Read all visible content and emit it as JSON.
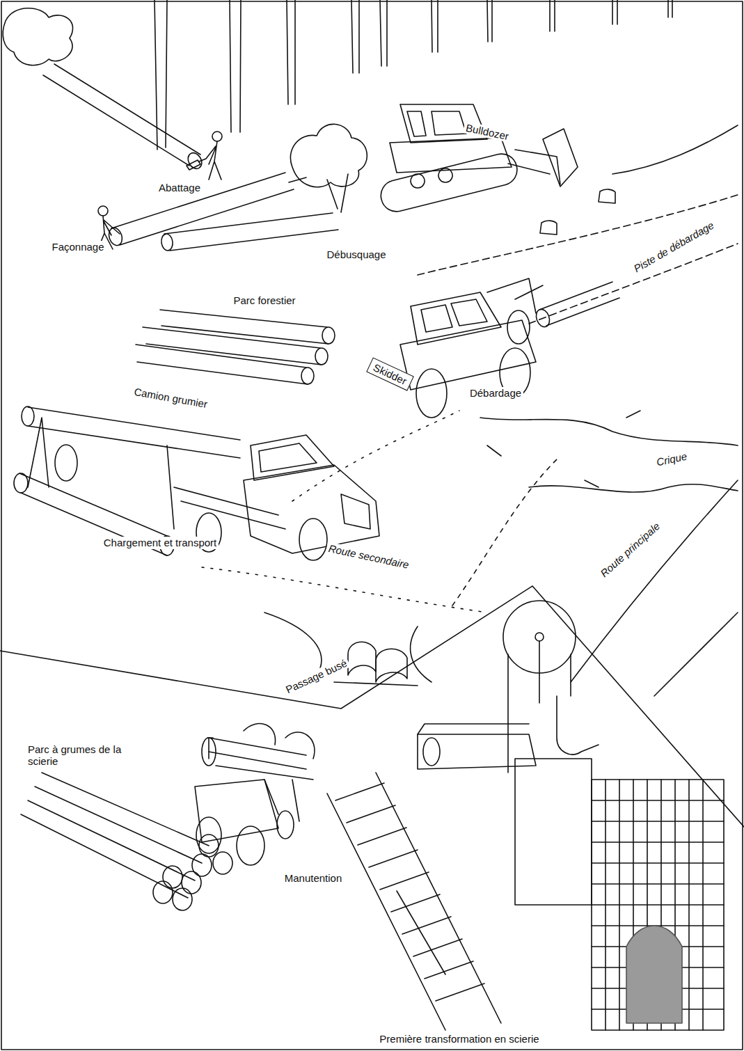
{
  "diagram": {
    "labels": [
      "Abattage",
      "Bulldozer",
      "Façonnage",
      "Débusquage",
      "Piste de débardage",
      "Parc forestier",
      "Skidder",
      "Débardage",
      "Camion grumier",
      "Crique",
      "Chargement et transport",
      "Route secondaire",
      "Route principale",
      "Passage busé",
      "Parc à grumes de la scierie",
      "Manutention",
      "Première transformation en scierie"
    ]
  }
}
